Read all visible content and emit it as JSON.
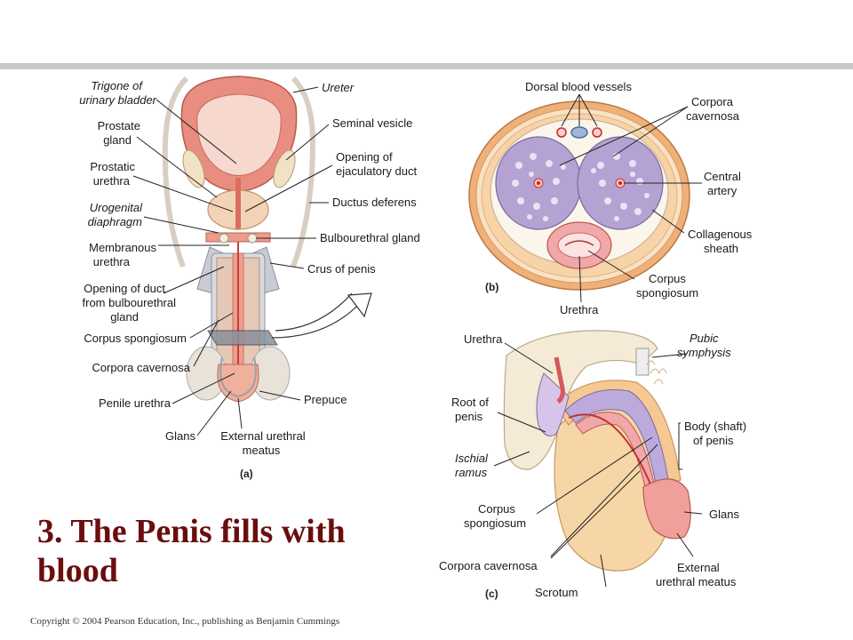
{
  "title": "3.  The Penis fills with blood",
  "copyright": "Copyright © 2004 Pearson Education, Inc., publishing as Benjamin Cummings",
  "panels": {
    "a": {
      "tag": "(a)",
      "labels": {
        "trigone_1": "Trigone of",
        "trigone_2": "urinary bladder",
        "prostate_1": "Prostate",
        "prostate_2": "gland",
        "prostatic_1": "Prostatic",
        "prostatic_2": "urethra",
        "urogenital_1": "Urogenital",
        "urogenital_2": "diaphragm",
        "membranous_1": "Membranous",
        "membranous_2": "urethra",
        "duct_1": "Opening of duct",
        "duct_2": "from bulbourethral",
        "duct_3": "gland",
        "spongiosum": "Corpus spongiosum",
        "cavernosa": "Corpora cavernosa",
        "penile": "Penile urethra",
        "glans": "Glans",
        "meatus_1": "External urethral",
        "meatus_2": "meatus",
        "ureter": "Ureter",
        "vesicle": "Seminal vesicle",
        "ejac_1": "Opening of",
        "ejac_2": "ejaculatory duct",
        "deferens": "Ductus deferens",
        "bulbo": "Bulbourethral gland",
        "crus": "Crus of penis",
        "prepuce": "Prepuce"
      }
    },
    "b": {
      "tag": "(b)",
      "labels": {
        "dorsal": "Dorsal blood vessels",
        "cc_1": "Corpora",
        "cc_2": "cavernosa",
        "central_1": "Central",
        "central_2": "artery",
        "coll_1": "Collagenous",
        "coll_2": "sheath",
        "cs_1": "Corpus",
        "cs_2": "spongiosum",
        "urethra": "Urethra"
      }
    },
    "c": {
      "tag": "(c)",
      "labels": {
        "urethra": "Urethra",
        "pubic_1": "Pubic",
        "pubic_2": "symphysis",
        "root_1": "Root of",
        "root_2": "penis",
        "body_1": "Body (shaft)",
        "body_2": "of  penis",
        "ischial_1": "Ischial",
        "ischial_2": "ramus",
        "cs_1": "Corpus",
        "cs_2": "spongiosum",
        "glans": "Glans",
        "cc": "Corpora cavernosa",
        "meatus_1": "External",
        "meatus_2": "urethral meatus",
        "scrotum": "Scrotum"
      }
    }
  }
}
